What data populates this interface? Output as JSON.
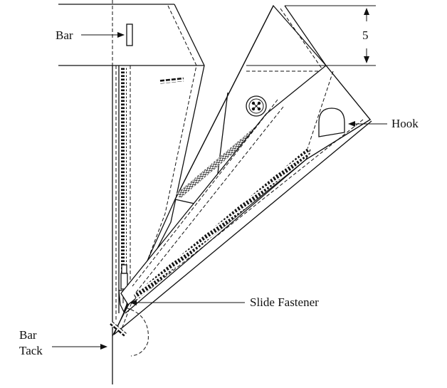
{
  "labels": {
    "bar": "Bar",
    "hook": "Hook",
    "dimension": "5",
    "slide_fastener": "Slide Fastener",
    "bar_tack_line1": "Bar",
    "bar_tack_line2": "Tack"
  },
  "colors": {
    "line": "#111111",
    "background": "#ffffff"
  }
}
